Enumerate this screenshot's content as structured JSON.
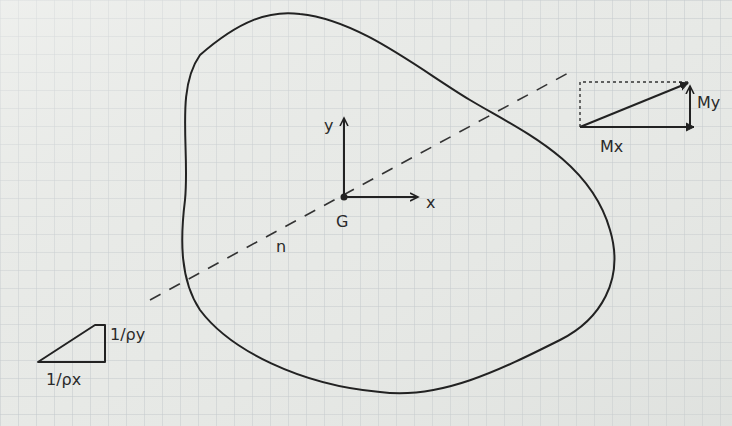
{
  "diagram": {
    "labels": [
      "y",
      "x",
      "G",
      "n",
      "Mx",
      "My",
      "1/ρy",
      "1/ρx"
    ]
  }
}
